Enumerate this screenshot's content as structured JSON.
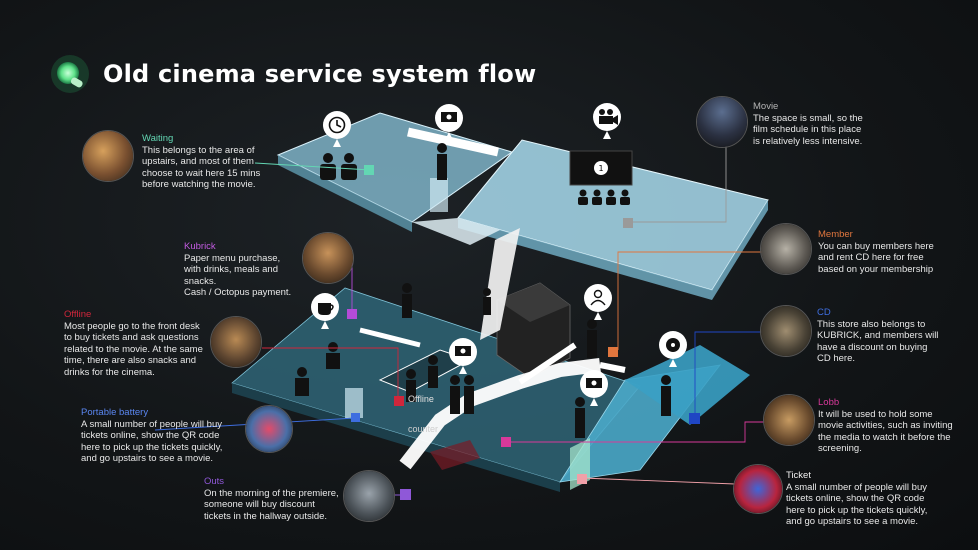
{
  "title": "Old cinema service system flow",
  "colors": {
    "upper_floor": "#9fd4ea",
    "lower_floor": "#2f6577",
    "lower_right": "#4aa8c9",
    "waiting": "#63d6b3",
    "kubrick": "#b44bd8",
    "offline": "#d0263b",
    "portable": "#3e6ee0",
    "outs": "#8f58d8",
    "member": "#e0763e",
    "cd": "#1f46c4",
    "lobb": "#d8399a",
    "ticket": "#f0a0a8",
    "movie": "#9a9a9a"
  },
  "annotations": {
    "waiting": {
      "title": "Waiting",
      "text": "This belongs to the area of\nupstairs, and most of them\nchoose to wait here 15 mins\nbefore watching the movie."
    },
    "movie": {
      "title": "Movie",
      "text": "The space is small, so the\nfilm schedule in this place\nis relatively less intensive."
    },
    "kubrick": {
      "title": "Kubrick",
      "text": "Paper menu purchase,\nwith drinks, meals and snacks.\nCash / Octopus payment."
    },
    "member": {
      "title": "Member",
      "text": "You can buy members here\nand rent CD here for free\nbased on your membership"
    },
    "offline": {
      "title": "Offline",
      "text": "Most people go to the front desk\nto buy tickets and ask questions\nrelated to the movie.  At the same\ntime, there are also snacks and\ndrinks for the cinema."
    },
    "cd": {
      "title": "CD",
      "text": "This store also belongs to\nKUBRICK, and members will\nhave a discount on buying\nCD here."
    },
    "portable": {
      "title": "Portable battery",
      "text": "A small number of people will buy\ntickets online, show the QR code\nhere to pick up the tickets quickly,\nand go upstairs to see a movie."
    },
    "lobb": {
      "title": "Lobb",
      "text": "It will be used to hold some\nmovie activities, such as inviting\nthe media to watch it before the\nscreening."
    },
    "outs": {
      "title": "Outs",
      "text": "On the morning of the premiere,\nsomeone will buy discount\ntickets in the hallway outside."
    },
    "ticket": {
      "title": "Ticket",
      "text": "A small number of people will buy\ntickets online, show the QR code\nhere to pick up the tickets quickly,\nand go upstairs to see a movie."
    }
  },
  "floor_labels": {
    "offline": "Offline",
    "counter": "counter"
  },
  "icons": [
    "logo-icon",
    "clock-icon",
    "cash-icon",
    "projector-icon",
    "coffee-icon",
    "money-icon",
    "person-icon",
    "cd-icon",
    "cash-icon-2",
    "screen-icon"
  ]
}
